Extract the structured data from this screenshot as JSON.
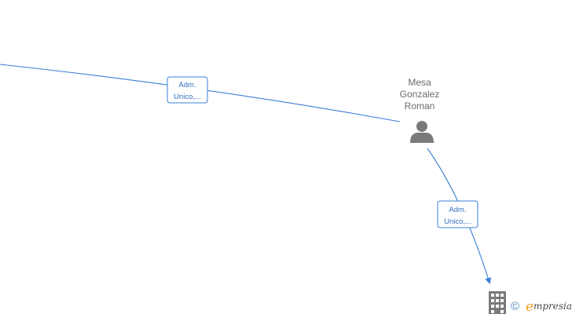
{
  "person": {
    "name_lines": [
      "Mesa",
      "Gonzalez",
      "Roman"
    ],
    "icon": "person-icon"
  },
  "edges": [
    {
      "label_lines": [
        "Adm.",
        "Unico,..."
      ]
    },
    {
      "label_lines": [
        "Adm.",
        "Unico,..."
      ]
    }
  ],
  "company": {
    "icon": "building-icon"
  },
  "watermark": {
    "copyright": "©",
    "brand_initial": "e",
    "brand_rest": "mpresia"
  },
  "colors": {
    "edge": "#3a7fd5",
    "label_text": "#2f6fbf",
    "node_text": "#6b6b6b",
    "icon": "#7a7a7a",
    "brand_accent": "#f0a020"
  }
}
